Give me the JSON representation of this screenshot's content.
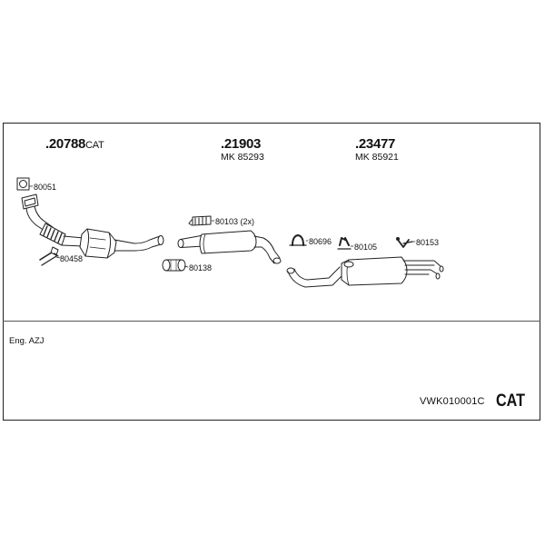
{
  "groups": [
    {
      "part": ".20788",
      "suffix": "CAT",
      "mk": ""
    },
    {
      "part": ".21903",
      "suffix": "",
      "mk": "MK 85293"
    },
    {
      "part": ".23477",
      "suffix": "",
      "mk": "MK 85921"
    }
  ],
  "accessories": [
    {
      "label": "80051",
      "icon": "pipe-gasket-icon"
    },
    {
      "label": "80458",
      "icon": "bolt-icon"
    },
    {
      "label": "80103 (2x)",
      "icon": "mounting-bracket-icon"
    },
    {
      "label": "80138",
      "icon": "pipe-clamp-icon"
    },
    {
      "label": "80696",
      "icon": "rubber-ring-icon"
    },
    {
      "label": "80105",
      "icon": "rubber-hanger-icon"
    },
    {
      "label": "80153",
      "icon": "hanger-bracket-icon"
    }
  ],
  "engine": "Eng. AZJ",
  "kit_code": "VWK010001C",
  "badge": "CAT",
  "colors": {
    "line": "#222222",
    "frame": "#222222",
    "background": "#ffffff"
  }
}
